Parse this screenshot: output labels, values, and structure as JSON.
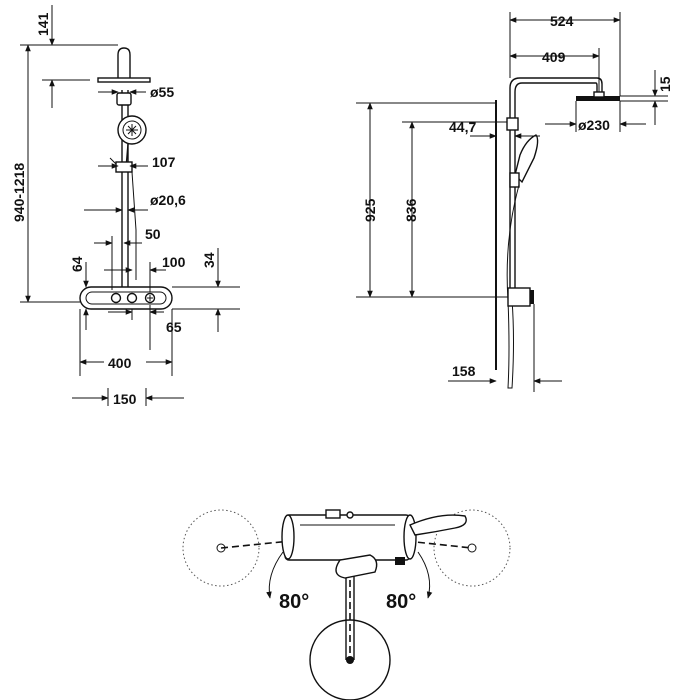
{
  "front_view": {
    "dim_top_offset": "141",
    "dim_total_height": "940-1218",
    "dim_head_connector": "ø55",
    "dim_slider": "107",
    "dim_pipe": "ø20,6",
    "dim_50": "50",
    "dim_64": "64",
    "dim_100": "100",
    "dim_34": "34",
    "dim_65": "65",
    "dim_400": "400",
    "dim_150": "150"
  },
  "side_view": {
    "dim_arm_length": "524",
    "dim_arm_center": "409",
    "dim_head_thickness": "15",
    "dim_wall_offset": "44,7",
    "dim_head_diameter": "ø230",
    "dim_925": "925",
    "dim_836": "836",
    "dim_158": "158"
  },
  "top_view": {
    "angle_left": "80°",
    "angle_right": "80°"
  }
}
